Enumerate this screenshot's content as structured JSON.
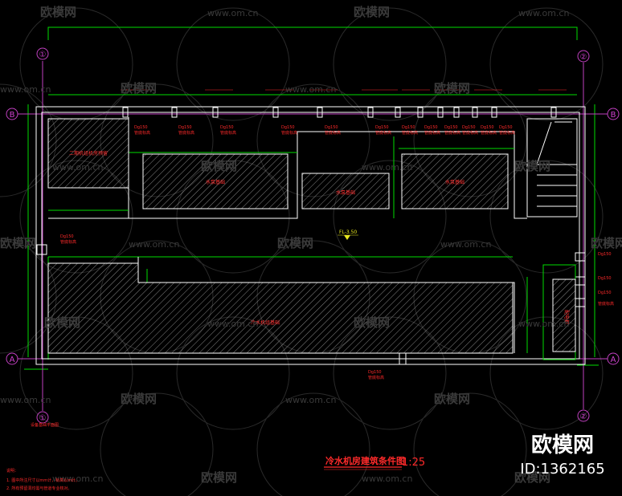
{
  "watermark": {
    "site": "www.om.cn",
    "logo": "欧模网"
  },
  "axes": {
    "col_1": "①",
    "col_2": "②",
    "row_b": "B",
    "row_a": "A"
  },
  "diagram": {
    "title": "冷水机房建筑条件图",
    "scale": "1:25",
    "elevation_mark": "FL-3.50",
    "rooms": {
      "top_left": "二期机组机房预留",
      "hatch_1": "水泵基础",
      "hatch_2": "水泵基础",
      "hatch_3": "水泵基础",
      "bottom": "冷水机组基础",
      "right_box": "配电柜"
    },
    "pipe_label": "Dg150",
    "pipe_sub": "管底标高",
    "notes_heading": "说明：",
    "note_1": "1. 图中所注尺寸以mm计，标高以m计。",
    "note_2": "2. 所有预留洞均需与管道专业核对。",
    "legend_note": "设备基础平面图"
  },
  "brand": {
    "name": "欧模网",
    "id_label": "ID:1362165"
  },
  "colors": {
    "background": "#000000",
    "wall": "#ffffff",
    "dimension": "#00ff00",
    "axis": "#d040d0",
    "annotation": "#ff2a2a"
  }
}
